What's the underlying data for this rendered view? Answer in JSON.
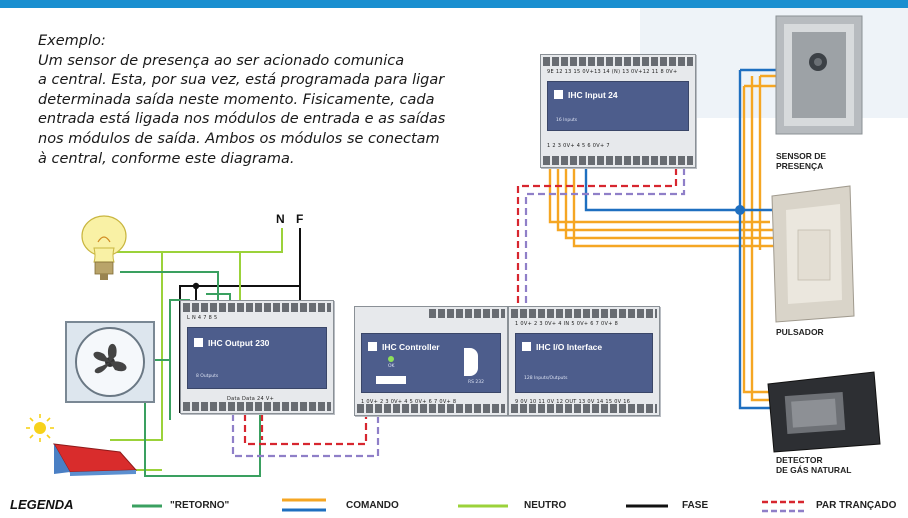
{
  "intro": {
    "title": "Exemplo:",
    "lines": [
      "Um sensor de presença ao ser acionado comunica",
      "a central. Esta, por sua vez, está programada para ligar",
      "determinada saída neste momento. Fisicamente, cada",
      "entrada está ligada nos módulos de entrada e as saídas",
      "nos módulos de saída. Ambos os módulos se conectam",
      "à central, conforme este diagrama."
    ]
  },
  "supply": {
    "n": "N",
    "f": "F"
  },
  "modules": {
    "input": {
      "name": "IHC Input 24",
      "sub": "16 Inputs",
      "top_terminals": "9E 12 13 15 0V+13 14 (N) 13 0V+12 11 8 0V+",
      "bottom_terminals": "1  2  3  0V+ 4  5    6 0V+ 7"
    },
    "output": {
      "name": "IHC Output 230",
      "sub": "8 Outputs",
      "top_terminals": "L N    4        7        8        5",
      "bottom_terminals": "Data  Data  24 V+"
    },
    "controller": {
      "name": "IHC  Controller",
      "sub": "RS 232",
      "status": "OK",
      "bottom_terminals": "1 0V+ 2  3 0V+ 4    5 0V+ 6  7 0V+ 8"
    },
    "io": {
      "name": "IHC I/O Interface",
      "sub": "128 Inputs/Outputs",
      "top_terminals": "1 0V+ 2  3 0V+ 4   IN   5 0V+ 6  7 0V+ 8",
      "bottom_terminals": "9 0V 10 11 0V 12  OUT  13 0V 14 15 0V 16"
    }
  },
  "devices": {
    "sensor": [
      "SENSOR DE",
      "PRESENÇA"
    ],
    "pulsador": [
      "PULSADOR"
    ],
    "gas": [
      "DETECTOR",
      "DE GÁS NATURAL"
    ]
  },
  "legend": {
    "title": "LEGENDA",
    "items": [
      {
        "label": "\"RETORNO\"",
        "color": "#3aa060"
      },
      {
        "label": "COMANDO",
        "color": "#f5a623"
      },
      {
        "label": "NEUTRO",
        "color": "#9bd23a"
      },
      {
        "label": "FASE",
        "color": "#111111"
      },
      {
        "label": "PAR TRANÇADO",
        "color": "#d7262f",
        "color2": "#8f7fc8"
      }
    ]
  },
  "colors": {
    "retorno": "#3aa060",
    "comando": "#f5a623",
    "neutro": "#9bd23a",
    "fase": "#111111",
    "par_vermelho": "#d7262f",
    "par_lilas": "#8f7fc8",
    "bus_azul": "#1e6fc0",
    "module_face": "#4d5d8c"
  }
}
